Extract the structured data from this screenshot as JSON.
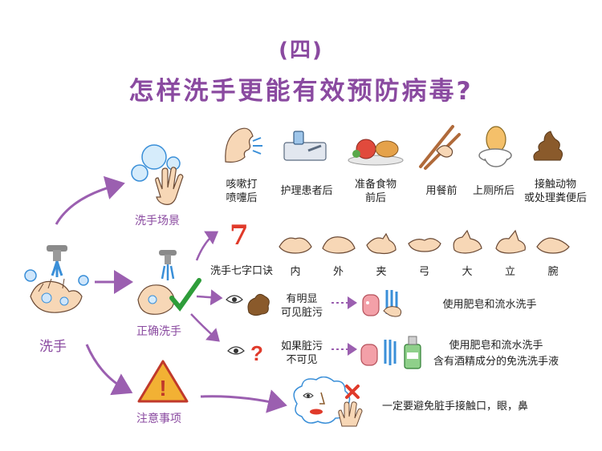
{
  "title": {
    "number": "(四)",
    "main": "怎样洗手更能有效预防病毒?"
  },
  "hub": {
    "label": "洗手"
  },
  "branches": {
    "scenes": "洗手场景",
    "correct": "正确洗手",
    "notes": "注意事项"
  },
  "scenes": [
    {
      "line1": "咳嗽打",
      "line2": "喷嚏后"
    },
    {
      "line1": "护理患者后",
      "line2": ""
    },
    {
      "line1": "准备食物",
      "line2": "前后"
    },
    {
      "line1": "用餐前",
      "line2": ""
    },
    {
      "line1": "上厕所后",
      "line2": ""
    },
    {
      "line1": "接触动物",
      "line2": "或处理粪便后"
    }
  ],
  "seven_steps": {
    "label": "洗手七字口诀",
    "number": "7",
    "steps": [
      "内",
      "外",
      "夹",
      "弓",
      "大",
      "立",
      "腕"
    ]
  },
  "visible_dirt": {
    "line1": "有明显",
    "line2": "可见脏污",
    "action": "使用肥皂和流水洗手"
  },
  "invisible_dirt": {
    "line1": "如果脏污",
    "line2": "不可见",
    "action1": "使用肥皂和流水洗手",
    "action2": "含有酒精成分的免洗洗手液"
  },
  "caution": {
    "text": "一定要避免脏手接触口，眼，鼻",
    "mark": "!"
  },
  "colors": {
    "purple": "#8a4aa0",
    "arrow": "#9b5fb0",
    "water": "#3a8fd8",
    "skin": "#f7d7b6",
    "green": "#2e9d3a",
    "warning": "#f2b134",
    "poop": "#8a5a2b"
  }
}
